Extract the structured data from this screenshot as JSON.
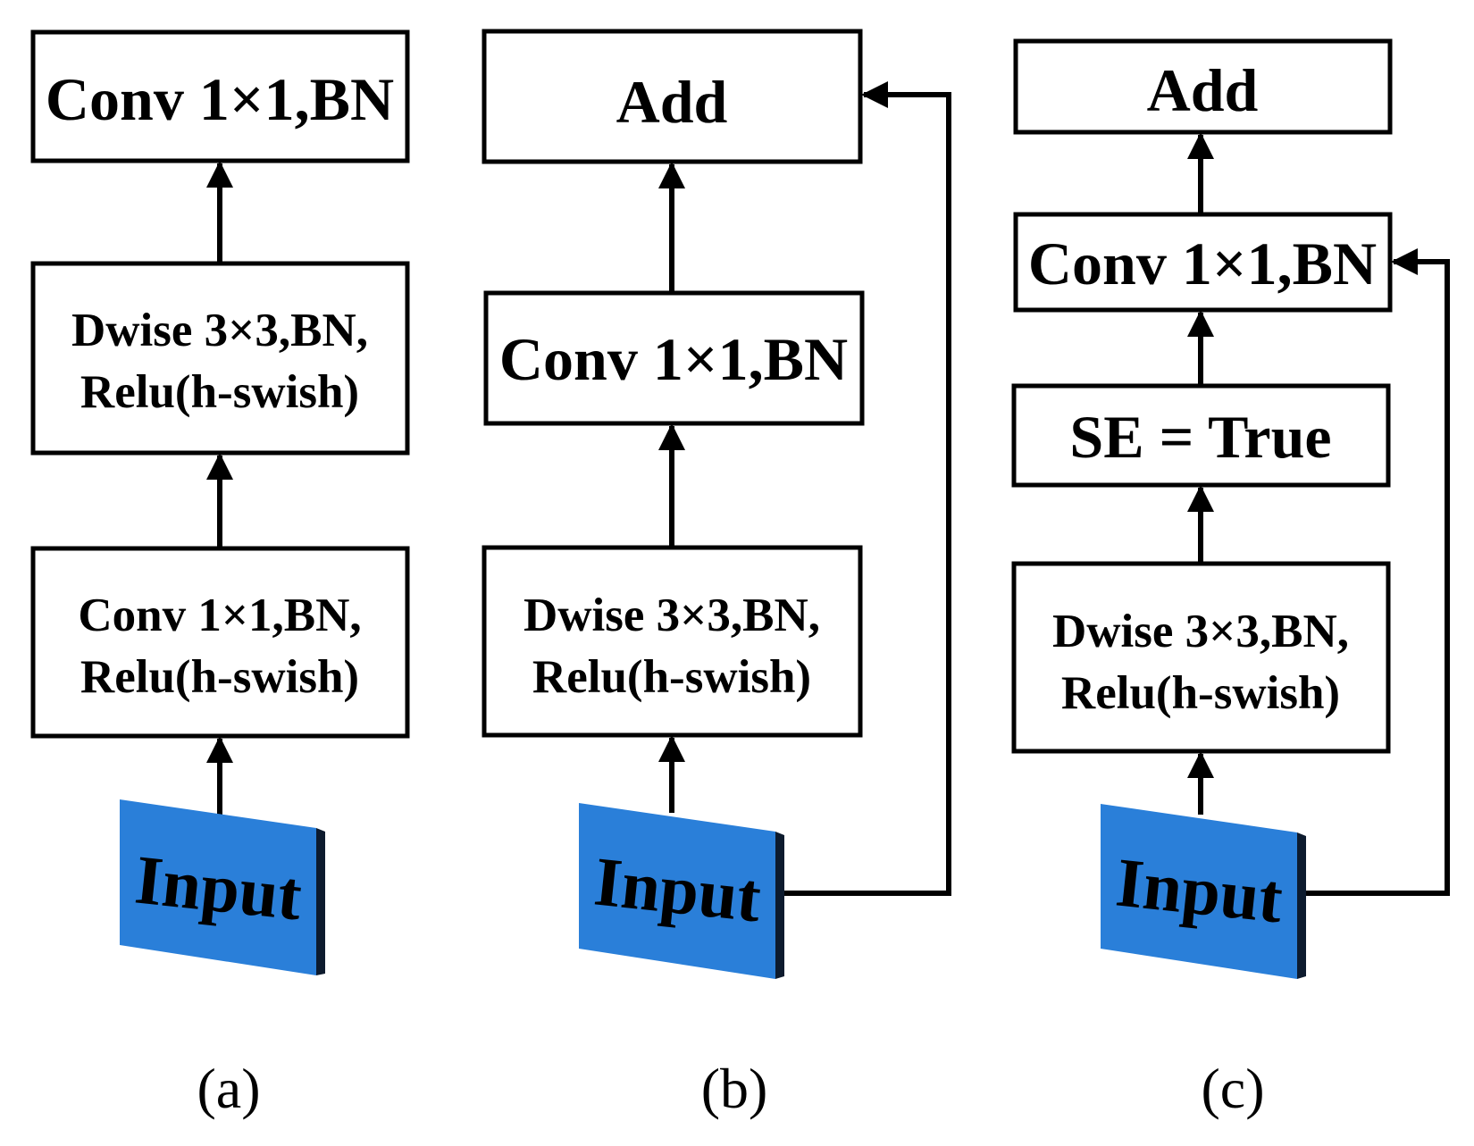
{
  "colors": {
    "input_front": "#2a7fd9",
    "input_side": "#0d1b2e",
    "box_stroke": "#000000",
    "background": "#ffffff"
  },
  "panel_a": {
    "top": "Conv 1×1,BN",
    "middle_line1": "Dwise 3×3,BN,",
    "middle_line2": "Relu(h-swish)",
    "bottom_line1": "Conv 1×1,BN,",
    "bottom_line2": "Relu(h-swish)",
    "input": "Input",
    "label": "(a)"
  },
  "panel_b": {
    "top": "Add",
    "middle": "Conv 1×1,BN",
    "bottom_line1": "Dwise 3×3,BN,",
    "bottom_line2": "Relu(h-swish)",
    "input": "Input",
    "label": "(b)"
  },
  "panel_c": {
    "top": "Add",
    "conv": "Conv 1×1,BN",
    "se": "SE = True",
    "bottom_line1": "Dwise 3×3,BN,",
    "bottom_line2": "Relu(h-swish)",
    "input": "Input",
    "label": "(c)"
  }
}
